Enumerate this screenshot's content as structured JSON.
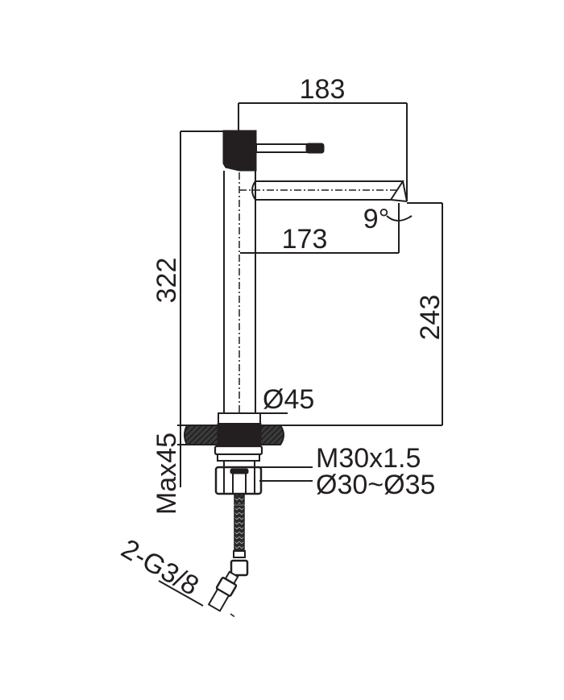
{
  "drawing": {
    "subject": "Tall single-lever basin mixer tap dimension drawing",
    "line_color": "#231f20",
    "background": "#ffffff",
    "dimensions": {
      "overall_reach": "183",
      "spout_reach": "173",
      "overall_height": "322",
      "spout_outlet_height": "243",
      "spout_angle": "9°",
      "base_diameter": "Ø45",
      "max_deck_thickness": "Max45",
      "thread": "M30x1.5",
      "hole_diameter": "Ø30~Ø35",
      "supply_hoses": "2-G3/8"
    }
  }
}
